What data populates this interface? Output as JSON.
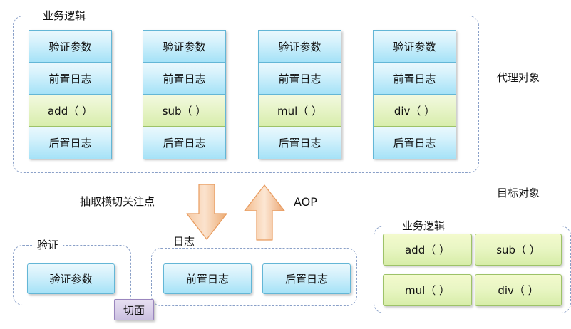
{
  "diagram": {
    "title_note": "Spring AOP proxy vs target object diagram",
    "proxy_section": {
      "group_label": "业务逻辑",
      "side_label": "代理对象",
      "columns": [
        {
          "cells": [
            "验证参数",
            "前置日志",
            "add（ ）",
            "后置日志"
          ],
          "method": "add（ ）"
        },
        {
          "cells": [
            "验证参数",
            "前置日志",
            "sub（ ）",
            "后置日志"
          ],
          "method": "sub（ ）"
        },
        {
          "cells": [
            "验证参数",
            "前置日志",
            "mul（ ）",
            "后置日志"
          ],
          "method": "mul（ ）"
        },
        {
          "cells": [
            "验证参数",
            "前置日志",
            "div（ ）",
            "后置日志"
          ],
          "method": "div（ ）"
        }
      ]
    },
    "middle": {
      "extract_label": "抽取横切关注点",
      "aop_label": "AOP",
      "down_arrow": "down-arrow",
      "up_arrow": "up-arrow"
    },
    "aspect_section": {
      "validate_group_label": "验证",
      "validate_items": [
        "验证参数"
      ],
      "log_group_label": "日志",
      "log_items": [
        "前置日志",
        "后置日志"
      ],
      "aspect_badge": "切面"
    },
    "target_section": {
      "side_label": "目标对象",
      "group_label": "业务逻辑",
      "methods": [
        "add（ ）",
        "sub（ ）",
        "mul（ ）",
        "div（ ）"
      ]
    },
    "colors": {
      "blue_fill": "#a5e2f7",
      "blue_border": "#63b6d6",
      "green_fill": "#d7eda8",
      "green_border": "#9dc268",
      "orange_arrow": "#f4b183",
      "purple_badge": "#cabfe0",
      "dashed_border": "#8aa0c8"
    }
  }
}
